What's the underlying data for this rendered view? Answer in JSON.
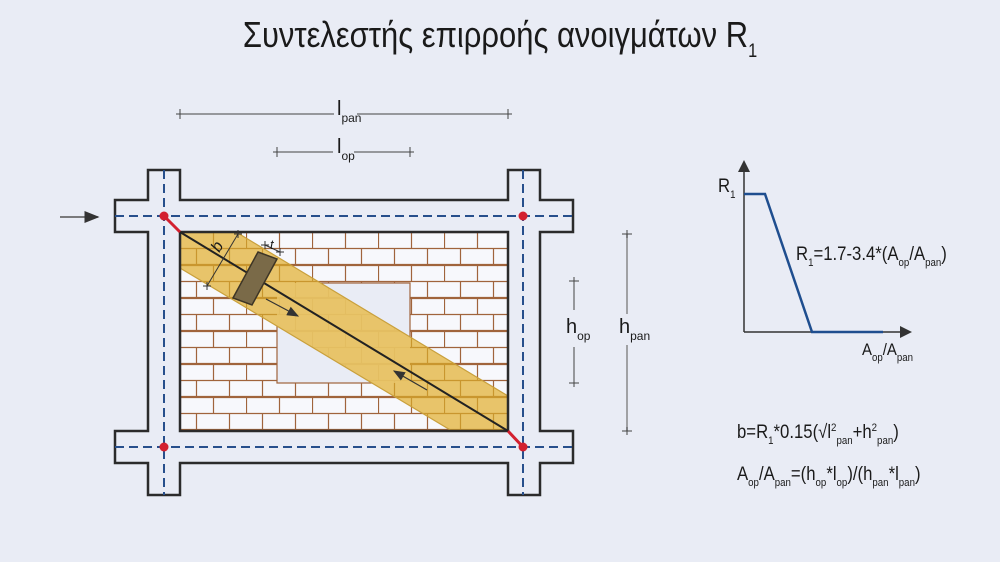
{
  "title": {
    "main": "Συντελεστής επιρροής ανοιγμάτων R",
    "subscript": "1"
  },
  "dimensions": {
    "l_pan": {
      "base": "l",
      "sub": "pan"
    },
    "l_op": {
      "base": "l",
      "sub": "op"
    },
    "h_op": {
      "base": "h",
      "sub": "op"
    },
    "h_pan": {
      "base": "h",
      "sub": "pan"
    },
    "b": "b",
    "t": "t"
  },
  "graph": {
    "y_axis": {
      "base": "R",
      "sub": "1"
    },
    "x_axis": {
      "num": "A",
      "num_sub": "op",
      "slash": "/",
      "den": "A",
      "den_sub": "pan"
    },
    "curve_formula": {
      "lhs": "R",
      "lhs_sub": "1",
      "rhs_a": "=1.7-3.4*(A",
      "sub_op": "op",
      "slash": "/A",
      "sub_pan": "pan",
      "close": ")"
    }
  },
  "formulas": {
    "b": {
      "p1": "b=R",
      "s1": "1",
      "p2": "*0.15(√l",
      "sup1": "2",
      "s2": "pan",
      "p3": "+h",
      "sup2": "2",
      "s3": "pan",
      "p4": ")"
    },
    "area_ratio": {
      "p1": "A",
      "s1": "op",
      "p2": "/A",
      "s2": "pan",
      "p3": "=(h",
      "s3": "op",
      "p4": "*l",
      "s4": "op",
      "p5": ")/(h",
      "s5": "pan",
      "p6": "*l",
      "s6": "pan",
      "p7": ")"
    }
  },
  "colors": {
    "background": "#e9ecf5",
    "frame_outline": "#2b2b2b",
    "centerline": "#274f8c",
    "brick_mortar": "#a0643c",
    "strut_fill": "#e8c46a",
    "strut_edge": "#c9a03c",
    "strut_block": "#7a6a48",
    "hinge": "#d3202f",
    "curve": "#1f4e8f"
  }
}
